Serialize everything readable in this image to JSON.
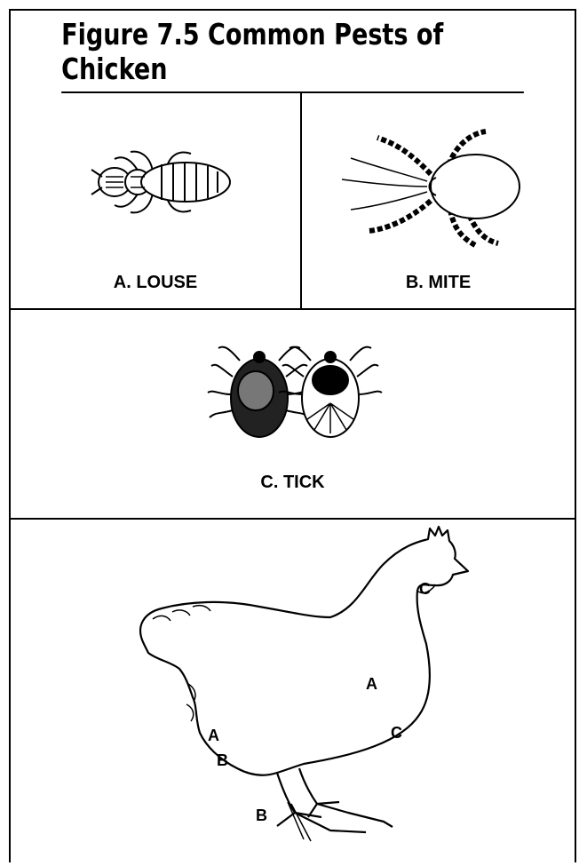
{
  "figure": {
    "title": "Figure 7.5 Common Pests of Chicken"
  },
  "pests": {
    "louse": {
      "label": "A. LOUSE",
      "icon": "louse-illustration"
    },
    "mite": {
      "label": "B. MITE",
      "icon": "mite-illustration"
    },
    "tick": {
      "label": "C. TICK",
      "icon": "tick-illustration"
    }
  },
  "chicken": {
    "icon": "chicken-outline",
    "markers": {
      "head": "C",
      "back": "A",
      "breast": "C",
      "tail_a": "A",
      "tail_b": "B",
      "leg": "B"
    }
  }
}
